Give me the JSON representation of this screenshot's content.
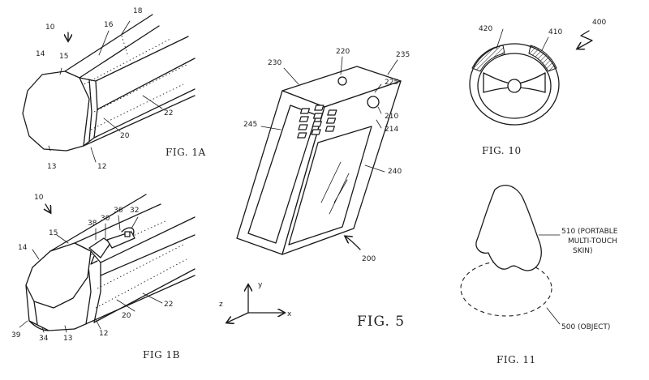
{
  "figures": {
    "fig1a": {
      "caption": "FIG. 1A",
      "labels": {
        "l10": "10",
        "l14": "14",
        "l15": "15",
        "l16": "16",
        "l18": "18",
        "l22": "22",
        "l20": "20",
        "l12": "12",
        "l13": "13"
      }
    },
    "fig1b": {
      "caption": "FIG 1B",
      "labels": {
        "l10": "10",
        "l15": "15",
        "l14": "14",
        "l38": "38",
        "l30": "30",
        "l36": "36",
        "l32": "32",
        "l20": "20",
        "l22": "22",
        "l12": "12",
        "l13": "13",
        "l34": "34",
        "l39": "39"
      }
    },
    "fig5": {
      "caption": "FIG. 5",
      "labels": {
        "l220": "220",
        "l230": "230",
        "l235": "235",
        "l225": "225",
        "l210": "210",
        "l214": "214",
        "l245": "245",
        "l240": "240",
        "l200": "200"
      },
      "axes": {
        "x": "x",
        "y": "y",
        "z": "z"
      }
    },
    "fig10": {
      "caption": "FIG. 10",
      "labels": {
        "l420": "420",
        "l410": "410",
        "l400": "400"
      }
    },
    "fig11": {
      "caption": "FIG. 11",
      "labels": {
        "l510": "510 (PORTABLE",
        "l510b": "MULTI-TOUCH",
        "l510c": "SKIN)",
        "l500": "500 (OBJECT)"
      }
    }
  }
}
